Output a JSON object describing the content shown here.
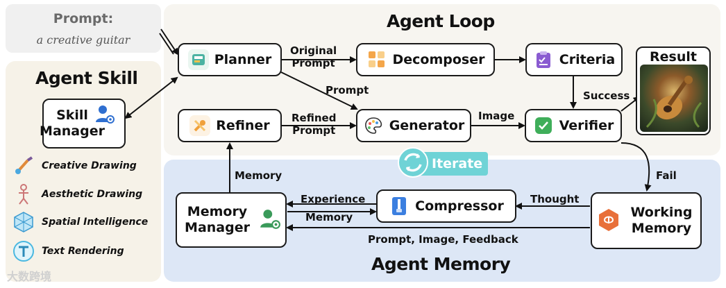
{
  "prompt": {
    "title": "Prompt:",
    "text": "a creative guitar"
  },
  "regions": {
    "agent_skill": "Agent Skill",
    "agent_loop": "Agent Loop",
    "agent_memory": "Agent Memory"
  },
  "nodes": {
    "planner": "Planner",
    "decomposer": "Decomposer",
    "criteria": "Criteria",
    "result": "Result",
    "refiner": "Refiner",
    "generator": "Generator",
    "verifier": "Verifier",
    "skill_manager_line1": "Skill",
    "skill_manager_line2": "Manager",
    "memory_manager_line1": "Memory",
    "memory_manager_line2": "Manager",
    "compressor": "Compressor",
    "working_memory_line1": "Working",
    "working_memory_line2": "Memory"
  },
  "edges": {
    "original_prompt_line1": "Original",
    "original_prompt_line2": "Prompt",
    "prompt": "Prompt",
    "refined_prompt_line1": "Refined",
    "refined_prompt_line2": "Prompt",
    "image": "Image",
    "success": "Success",
    "fail": "Fail",
    "memory": "Memory",
    "thought": "Thought",
    "experience": "Experience",
    "memory_back": "Memory",
    "prompt_image_feedback": "Prompt, Image, Feedback"
  },
  "iterate": "Iterate",
  "skills": [
    {
      "label": "Creative Drawing",
      "icon": "brush-icon"
    },
    {
      "label": "Aesthetic Drawing",
      "icon": "figure-icon"
    },
    {
      "label": "Spatial Intelligence",
      "icon": "cube-icon"
    },
    {
      "label": "Text Rendering",
      "icon": "text-t-icon"
    }
  ],
  "watermark": "大数跨境",
  "colors": {
    "loop_bg": "#f7f5f0",
    "memory_bg": "#dde7f6",
    "skill_bg": "#f6f2e8",
    "prompt_bg": "#f0f0f0",
    "iterate": "#6fd3d6"
  }
}
